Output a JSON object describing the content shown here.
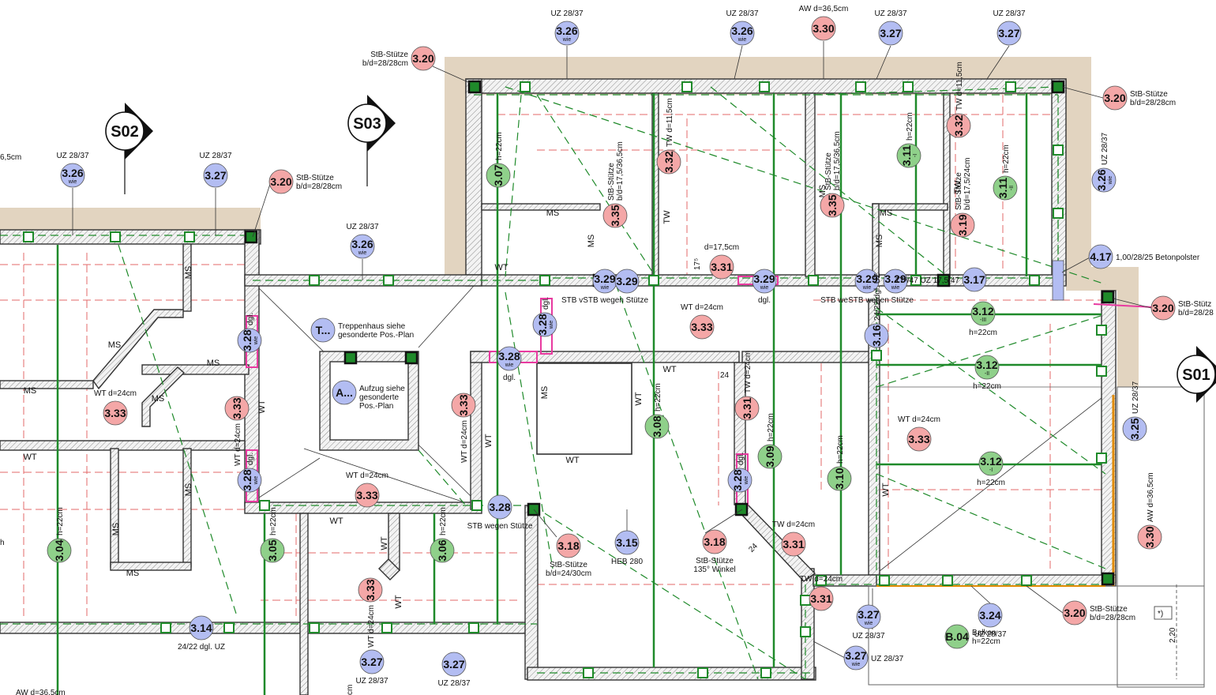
{
  "colors": {
    "positions": {
      "green": "#8fd08a",
      "red": "#f4a7a7",
      "blue": "#b3bdf2"
    },
    "wall": "#4a4a4a",
    "hatch": "#7a7a7a",
    "beam": "#1f8a2a",
    "dashed_red": "#e36a6a",
    "cladding": "#e2d4c0",
    "pink": "#e83aa0",
    "orange": "#e08a00"
  },
  "section_markers": [
    {
      "id": "s02",
      "label": "S02"
    },
    {
      "id": "s03",
      "label": "S03"
    },
    {
      "id": "s01",
      "label": "S01"
    }
  ],
  "markers": [
    {
      "label": "3.26",
      "sub": "wie",
      "color": "blue",
      "above": "UZ 28/37"
    },
    {
      "label": "3.26",
      "sub": "wie",
      "color": "blue",
      "above": "UZ 28/37"
    },
    {
      "label": "3.30",
      "sub": "",
      "color": "red",
      "above": "AW d=36,5cm"
    },
    {
      "label": "3.27",
      "sub": "",
      "color": "blue",
      "above": "UZ 28/37"
    },
    {
      "label": "3.27",
      "sub": "",
      "color": "blue",
      "above": "UZ 28/37"
    },
    {
      "label": "3.20",
      "sub": "",
      "color": "red",
      "left": "StB-Stütze",
      "left2": "b/d=28/28cm"
    },
    {
      "label": "3.20",
      "sub": "",
      "color": "red",
      "right": "StB-Stütze",
      "right2": "b/d=28/28cm"
    },
    {
      "label": "3.26",
      "sub": "wie",
      "color": "blue",
      "above": "UZ 28/37"
    },
    {
      "label": "3.27",
      "sub": "",
      "color": "blue",
      "above": "UZ 28/37"
    },
    {
      "label": "3.20",
      "sub": "",
      "color": "red",
      "right": "StB-Stütze",
      "right2": "b/d=28/28cm"
    },
    {
      "label": "3.26",
      "sub": "wie",
      "color": "blue",
      "above": "UZ 28/37"
    },
    {
      "label": "3.07",
      "sub": "",
      "color": "green",
      "right": "h=22cm"
    },
    {
      "label": "3.32",
      "sub": "",
      "color": "red",
      "right": "TW d=11,5cm"
    },
    {
      "label": "3.35",
      "sub": "",
      "color": "red",
      "right": "StB-Stütze",
      "right2": "b/d=17,5/36,5cm"
    },
    {
      "label": "3.35",
      "sub": "",
      "color": "red",
      "right": "StB-Stütze",
      "right2": "b/d=17,5/36,5cm"
    },
    {
      "label": "3.11",
      "sub": "-I",
      "color": "green",
      "right": "h=22cm"
    },
    {
      "label": "3.32",
      "sub": "",
      "color": "red",
      "right": "TW d=11,5cm"
    },
    {
      "label": "3.11",
      "sub": "-II",
      "color": "green",
      "right": "h=22cm"
    },
    {
      "label": "3.19",
      "sub": "",
      "color": "red",
      "right": "StB-Stütze",
      "right2": "b/d=17,5/24cm"
    },
    {
      "label": "3.26",
      "sub": "wie",
      "color": "blue",
      "right": "UZ 28/37"
    },
    {
      "label": "4.17",
      "sub": "",
      "color": "blue",
      "right": "1,00/28/25 Betonpolster"
    },
    {
      "label": "3.31",
      "sub": "",
      "color": "red",
      "above": "d=17,5cm"
    },
    {
      "label": "3.29",
      "sub": "wie",
      "color": "blue",
      "below": "STB vSTB wegen Stütze"
    },
    {
      "label": "3.29",
      "sub": "",
      "color": "blue"
    },
    {
      "label": "3.29",
      "sub": "wie",
      "color": "blue",
      "below": "dgl."
    },
    {
      "label": "3.29",
      "sub": "wie",
      "color": "blue",
      "below": "STB weSTB wegen Stütze"
    },
    {
      "label": "3.29",
      "sub": "wie",
      "color": "blue"
    },
    {
      "label": "3.17",
      "sub": "",
      "color": "blue",
      "left": "17⁵/47 UZ 17,5/47"
    },
    {
      "label": "3.20",
      "sub": "",
      "color": "red",
      "right": "StB-Stütz",
      "right2": "b/d=28/28"
    },
    {
      "label": "3.12",
      "sub": "-III",
      "color": "green",
      "below": "h=22cm"
    },
    {
      "label": "3.12",
      "sub": "-II",
      "color": "green",
      "below": "h=22cm"
    },
    {
      "label": "3.12",
      "sub": "-I",
      "color": "green",
      "below": "h=22cm"
    },
    {
      "label": "3.16",
      "sub": "",
      "color": "blue",
      "right": "24/22 dgl. UZ"
    },
    {
      "label": "3.33",
      "sub": "",
      "color": "red",
      "above": "WT d=24cm"
    },
    {
      "label": "3.33",
      "sub": "",
      "color": "red",
      "above": "WT d=24cm"
    },
    {
      "label": "T...",
      "sub": "",
      "color": "blue",
      "right": "Treppenhaus siehe",
      "right2": "gesonderte Pos.-Plan"
    },
    {
      "label": "A...",
      "sub": "",
      "color": "blue",
      "right": "Aufzug siehe",
      "right2": "gesonderte",
      "right3": "Pos.-Plan"
    },
    {
      "label": "3.28",
      "sub": "wie",
      "color": "blue",
      "right": "dgl."
    },
    {
      "label": "3.28",
      "sub": "wie",
      "color": "blue",
      "right": "dgl."
    },
    {
      "label": "3.28",
      "sub": "wie",
      "color": "blue",
      "below": "dgl."
    },
    {
      "label": "3.28",
      "sub": "wie",
      "color": "blue",
      "right": "dgl."
    },
    {
      "label": "3.28",
      "sub": "wie",
      "color": "blue",
      "right": "dgl."
    },
    {
      "label": "3.28",
      "sub": "",
      "color": "blue",
      "below": "STB wegen Stütze"
    },
    {
      "label": "3.33",
      "sub": "",
      "color": "red",
      "above": "WT d=24cm"
    },
    {
      "label": "3.33",
      "sub": "",
      "color": "red",
      "left": "WT d=24cm"
    },
    {
      "label": "3.33",
      "sub": "",
      "color": "red",
      "left": "WT d=24cm"
    },
    {
      "label": "3.33",
      "sub": "",
      "color": "red",
      "above": "WT d=24cm"
    },
    {
      "label": "3.33",
      "sub": "",
      "color": "red",
      "left": "WT d=24cm"
    },
    {
      "label": "3.08",
      "sub": "",
      "color": "green",
      "right": "h=22cm"
    },
    {
      "label": "3.31",
      "sub": "",
      "color": "red",
      "right": "TW d=24cm"
    },
    {
      "label": "3.09",
      "sub": "",
      "color": "green",
      "right": "h=22cm"
    },
    {
      "label": "3.10",
      "sub": "",
      "color": "green",
      "right": "h=22cm"
    },
    {
      "label": "3.25",
      "sub": "",
      "color": "blue",
      "right": "UZ 28/37"
    },
    {
      "label": "3.30",
      "sub": "",
      "color": "red",
      "right": "AW d=36,5cm"
    },
    {
      "label": "3.04",
      "sub": "",
      "color": "green",
      "right": "h=22cm"
    },
    {
      "label": "3.05",
      "sub": "",
      "color": "green",
      "right": "h=22cm"
    },
    {
      "label": "3.06",
      "sub": "",
      "color": "green",
      "right": "h=22cm"
    },
    {
      "label": "3.18",
      "sub": "",
      "color": "red",
      "below": "StB-Stütze",
      "below2": "b/d=24/30cm"
    },
    {
      "label": "3.15",
      "sub": "",
      "color": "blue",
      "below": "HEB 280"
    },
    {
      "label": "3.18",
      "sub": "",
      "color": "red",
      "below": "StB-Stütze",
      "below2": "135° Winkel"
    },
    {
      "label": "3.31",
      "sub": "",
      "color": "red",
      "above": "TW d=24cm"
    },
    {
      "label": "3.31",
      "sub": "",
      "color": "red",
      "above": "TW d=24cm"
    },
    {
      "label": "3.14",
      "sub": "",
      "color": "blue",
      "below": "24/22 dgl. UZ"
    },
    {
      "label": "3.27",
      "sub": "",
      "color": "blue",
      "below": "UZ 28/37"
    },
    {
      "label": "3.27",
      "sub": "",
      "color": "blue",
      "below": "UZ 28/37"
    },
    {
      "label": "3.27",
      "sub": "wie",
      "color": "blue",
      "below": "UZ 28/37"
    },
    {
      "label": "3.27",
      "sub": "wie",
      "color": "blue",
      "right": "UZ 28/37"
    },
    {
      "label": "3.24",
      "sub": "",
      "color": "blue",
      "below": "UZ 28/37"
    },
    {
      "label": "3.20",
      "sub": "",
      "color": "red",
      "right": "StB-Stütze",
      "right2": "b/d=28/28cm"
    },
    {
      "label": "B.04",
      "sub": "",
      "color": "green",
      "right": "Balkon",
      "right2": "h=22cm"
    },
    {
      "label": "3.30",
      "sub": "",
      "color": "red",
      "left": "AW d=36,5cm"
    },
    {
      "label": "3.33",
      "sub": "",
      "color": "red",
      "left": "WT d=24cm"
    }
  ],
  "wall_tags": [
    "MS",
    "MS",
    "MS",
    "MS",
    "MS",
    "MS",
    "MS",
    "MS",
    "MS",
    "MS",
    "MS",
    "MS",
    "MS",
    "MS",
    "WT",
    "WT",
    "WT",
    "WT",
    "WT",
    "WT",
    "WT",
    "WT",
    "WT",
    "WT",
    "WT",
    "TW",
    "TW"
  ],
  "misc_text": {
    "left_cut": "6,5cm",
    "left_cut_red": "0",
    "bottom_cut": "AW d=36,5cm",
    "cut_b": "cm",
    "dim_175": "17⁵",
    "dim_24a": "24",
    "dim_24b": "24",
    "dim_220": "2,20",
    "star_note": "*)",
    "h_label": "h"
  }
}
